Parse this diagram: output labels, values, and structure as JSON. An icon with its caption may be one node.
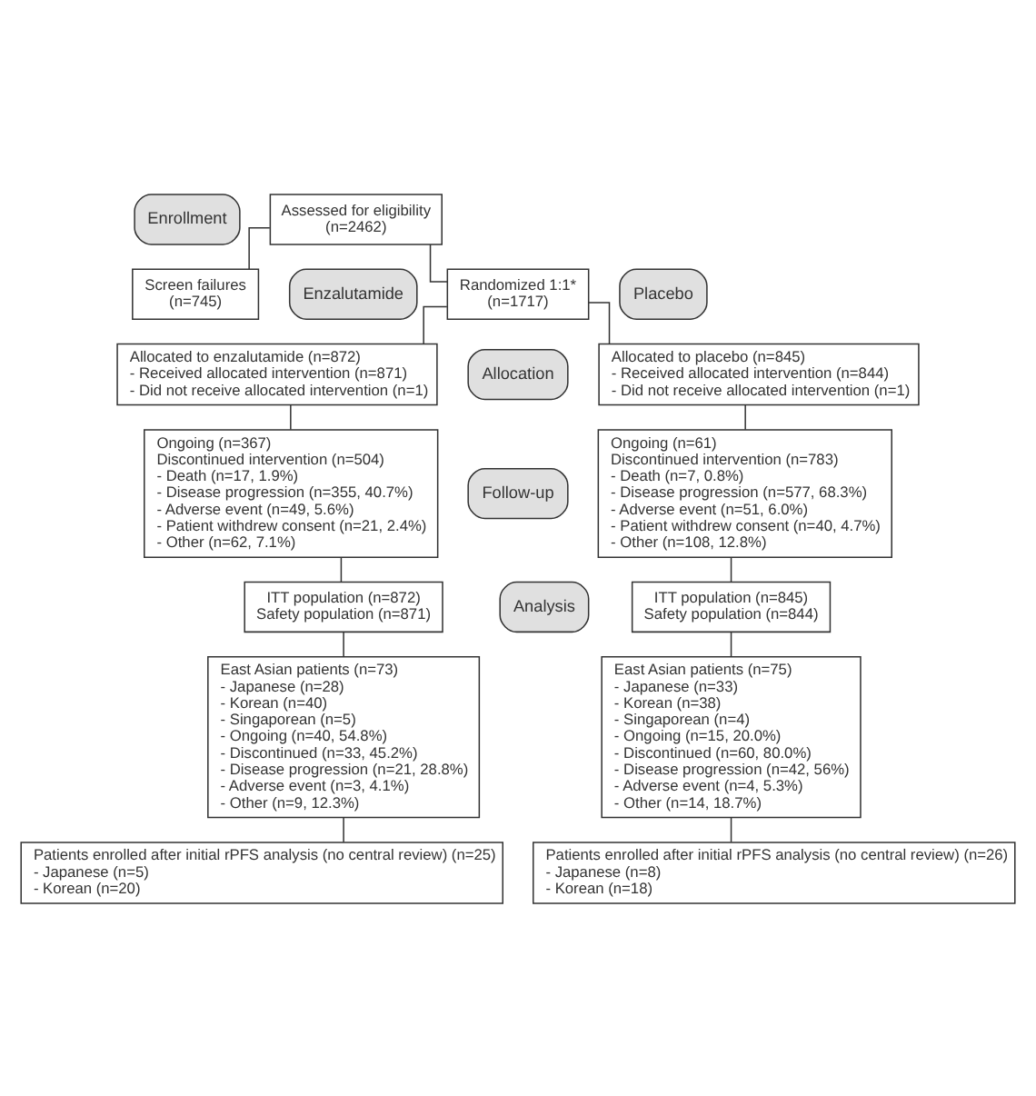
{
  "diagram": {
    "nodes": [
      {
        "text": [
          "Enrollment"
        ]
      },
      {
        "text": [
          "Assessed for eligibility",
          "(n=2462)"
        ]
      },
      {
        "text": [
          "Screen failures",
          "(n=745)"
        ]
      },
      {
        "text": [
          "Randomized 1:1*",
          "(n=1717)"
        ]
      },
      {
        "text": [
          "Enzalutamide"
        ]
      },
      {
        "text": [
          "Placebo"
        ]
      },
      {
        "text": [
          "Allocated to enzalutamide (n=872)",
          "- Received allocated intervention (n=871)",
          "- Did not receive allocated intervention (n=1)"
        ]
      },
      {
        "text": [
          "Allocation"
        ]
      },
      {
        "text": [
          "Allocated to placebo (n=845)",
          "- Received allocated intervention (n=844)",
          "- Did not receive allocated intervention (n=1)"
        ]
      },
      {
        "text": [
          "Ongoing (n=367)",
          "Discontinued intervention (n=504)",
          "- Death (n=17, 1.9%)",
          "- Disease progression (n=355, 40.7%)",
          "- Adverse event (n=49, 5.6%)",
          "- Patient withdrew consent (n=21, 2.4%)",
          "- Other (n=62, 7.1%)"
        ]
      },
      {
        "text": [
          "Follow-up"
        ]
      },
      {
        "text": [
          "Ongoing (n=61)",
          "Discontinued intervention (n=783)",
          "- Death (n=7, 0.8%)",
          "- Disease progression (n=577, 68.3%)",
          "- Adverse event (n=51, 6.0%)",
          "- Patient withdrew consent (n=40, 4.7%)",
          "- Other (n=108, 12.8%)"
        ]
      },
      {
        "text": [
          "ITT population (n=872)",
          "Safety population (n=871)"
        ]
      },
      {
        "text": [
          "Analysis"
        ]
      },
      {
        "text": [
          "ITT population (n=845)",
          "Safety population (n=844)"
        ]
      },
      {
        "text": [
          "East Asian patients (n=73)",
          "- Japanese (n=28)",
          "- Korean (n=40)",
          "- Singaporean (n=5)",
          "- Ongoing (n=40, 54.8%)",
          "- Discontinued (n=33, 45.2%)",
          "- Disease progression (n=21, 28.8%)",
          "- Adverse event (n=3, 4.1%)",
          "- Other (n=9, 12.3%)"
        ]
      },
      {
        "text": [
          "East Asian patients (n=75)",
          "- Japanese (n=33)",
          "- Korean (n=38)",
          "- Singaporean (n=4)",
          "- Ongoing (n=15, 20.0%)",
          "- Discontinued (n=60, 80.0%)",
          "- Disease progression (n=42, 56%)",
          "- Adverse event (n=4, 5.3%)",
          "- Other (n=14, 18.7%)"
        ]
      },
      {
        "text": [
          "Patients enrolled after initial rPFS analysis (no central review) (n=25)",
          "- Japanese (n=5)",
          "- Korean (n=20)"
        ]
      },
      {
        "text": [
          "Patients enrolled after initial rPFS analysis (no central review) (n=26)",
          "- Japanese (n=8)",
          "- Korean (n=18)"
        ]
      }
    ],
    "edges": [
      {
        "from": 1,
        "to": 2,
        "arrow": "none"
      },
      {
        "from": 1,
        "to": 3,
        "arrow": "none"
      },
      {
        "from": 3,
        "to": 6,
        "arrow": "none"
      },
      {
        "from": 3,
        "to": 8,
        "arrow": "none"
      },
      {
        "from": 6,
        "to": 9,
        "arrow": "none"
      },
      {
        "from": 8,
        "to": 11,
        "arrow": "none"
      },
      {
        "from": 9,
        "to": 12,
        "arrow": "none"
      },
      {
        "from": 11,
        "to": 14,
        "arrow": "none"
      },
      {
        "from": 12,
        "to": 15,
        "arrow": "none"
      },
      {
        "from": 14,
        "to": 16,
        "arrow": "none"
      },
      {
        "from": 15,
        "to": 17,
        "arrow": "none"
      },
      {
        "from": 16,
        "to": 18,
        "arrow": "none"
      }
    ]
  }
}
